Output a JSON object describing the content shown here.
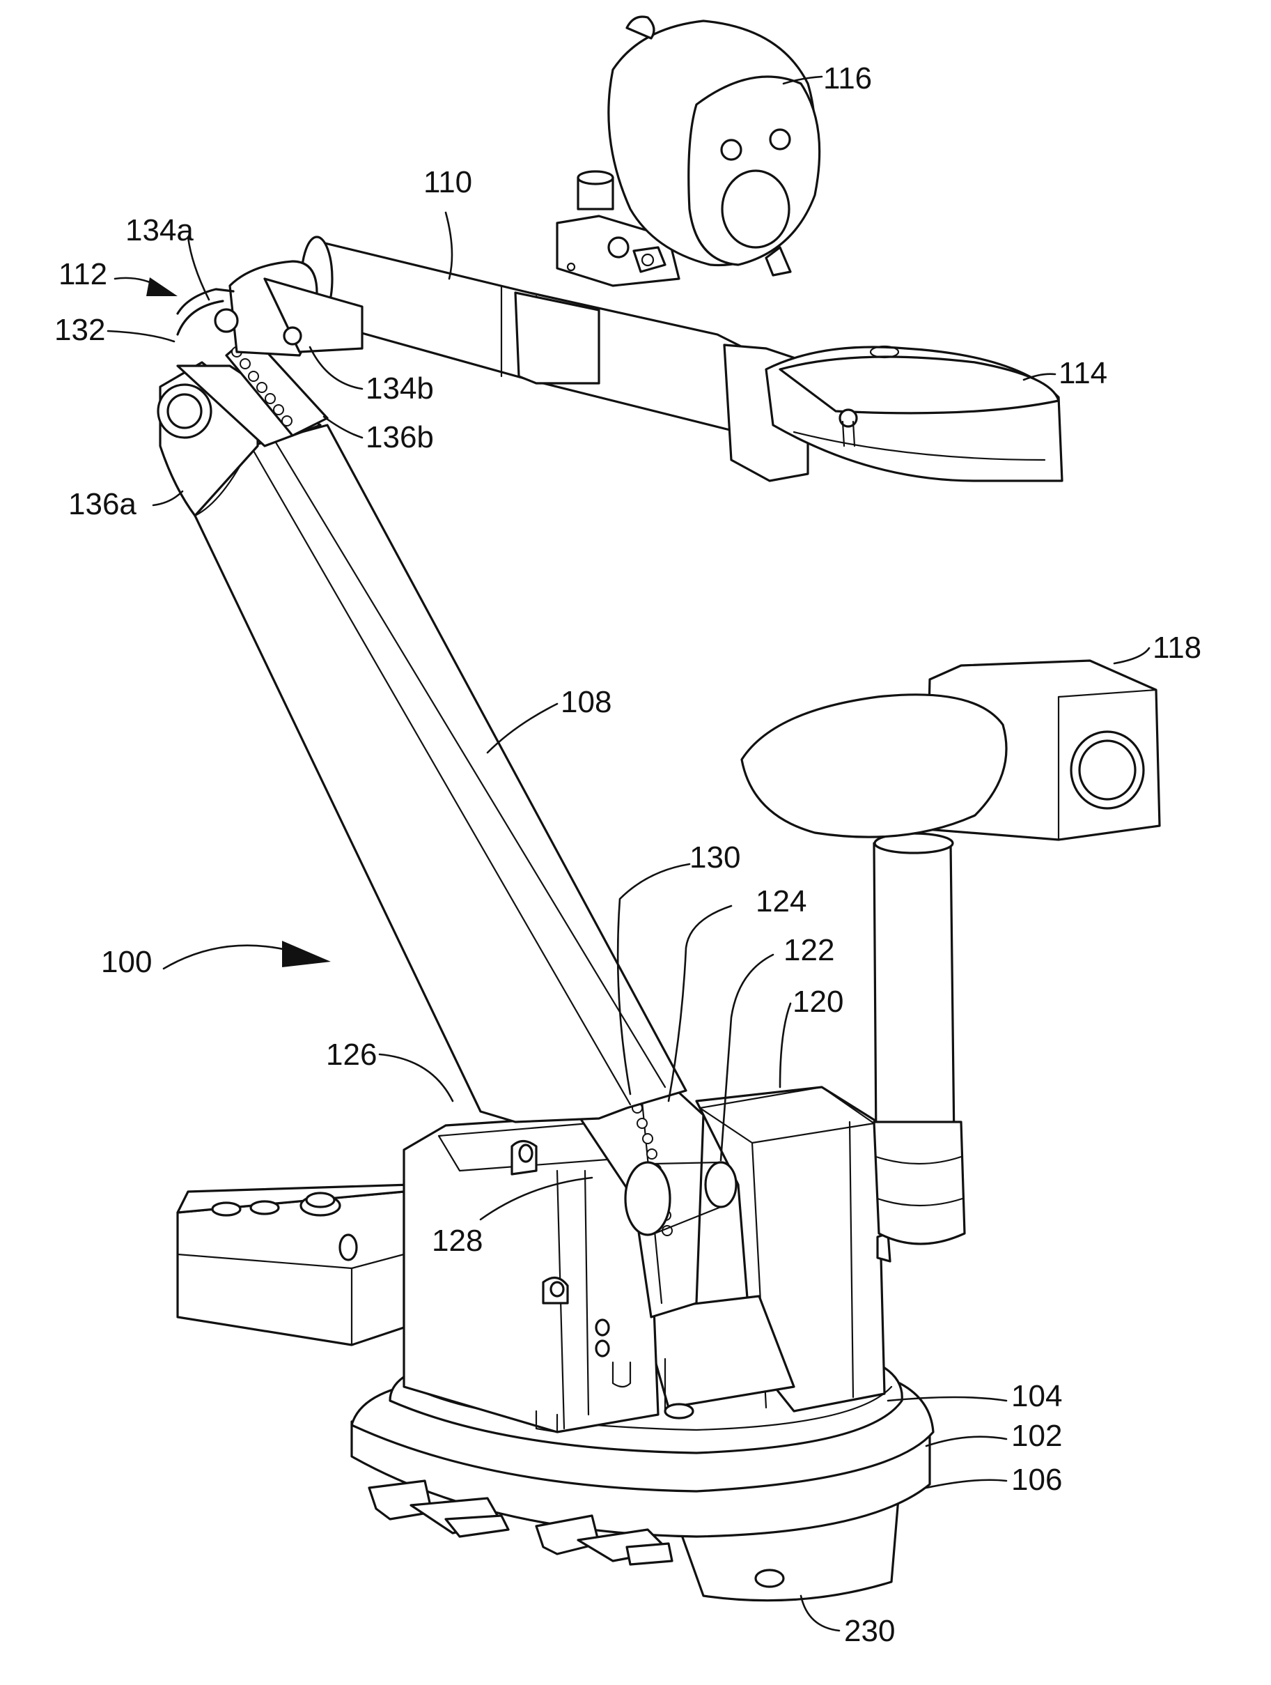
{
  "figure": {
    "reference_numerals": {
      "n100": "100",
      "n102": "102",
      "n104": "104",
      "n106": "106",
      "n108": "108",
      "n110": "110",
      "n112": "112",
      "n114": "114",
      "n116": "116",
      "n118": "118",
      "n120": "120",
      "n122": "122",
      "n124": "124",
      "n126": "126",
      "n128": "128",
      "n130": "130",
      "n132": "132",
      "n134a": "134a",
      "n134b": "134b",
      "n136a": "136a",
      "n136b": "136b",
      "n230": "230"
    },
    "style": {
      "line_color": "#111111",
      "background": "#ffffff"
    }
  }
}
